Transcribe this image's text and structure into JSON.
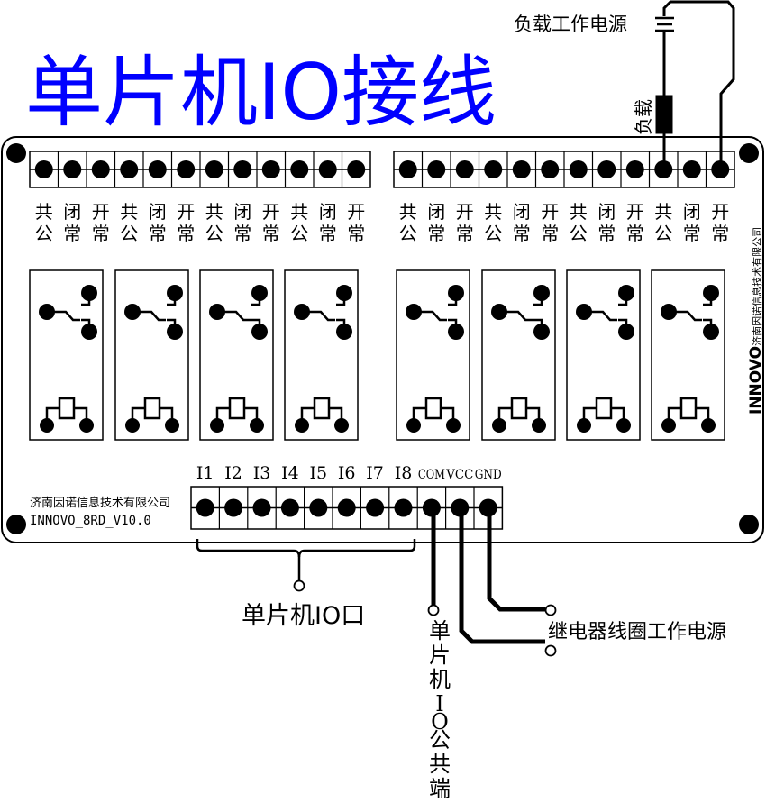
{
  "title": "单片机IO接线",
  "colors": {
    "title": "#0000ff",
    "line": "#000000",
    "background": "#ffffff"
  },
  "load": {
    "power_label": "负载工作电源",
    "load_label": "负载"
  },
  "top_terminals": {
    "left": [
      {
        "top": "共",
        "bottom": "公"
      },
      {
        "top": "闭",
        "bottom": "常"
      },
      {
        "top": "开",
        "bottom": "常"
      },
      {
        "top": "共",
        "bottom": "公"
      },
      {
        "top": "闭",
        "bottom": "常"
      },
      {
        "top": "开",
        "bottom": "常"
      },
      {
        "top": "共",
        "bottom": "公"
      },
      {
        "top": "闭",
        "bottom": "常"
      },
      {
        "top": "开",
        "bottom": "常"
      },
      {
        "top": "共",
        "bottom": "公"
      },
      {
        "top": "闭",
        "bottom": "常"
      },
      {
        "top": "开",
        "bottom": "常"
      }
    ],
    "right": [
      {
        "top": "共",
        "bottom": "公"
      },
      {
        "top": "闭",
        "bottom": "常"
      },
      {
        "top": "开",
        "bottom": "常"
      },
      {
        "top": "共",
        "bottom": "公"
      },
      {
        "top": "闭",
        "bottom": "常"
      },
      {
        "top": "开",
        "bottom": "常"
      },
      {
        "top": "共",
        "bottom": "公"
      },
      {
        "top": "闭",
        "bottom": "常"
      },
      {
        "top": "开",
        "bottom": "常"
      },
      {
        "top": "共",
        "bottom": "公"
      },
      {
        "top": "闭",
        "bottom": "常"
      },
      {
        "top": "开",
        "bottom": "常"
      }
    ]
  },
  "relay_count": 8,
  "bottom_terminals": [
    "I1",
    "I2",
    "I3",
    "I4",
    "I5",
    "I6",
    "I7",
    "I8",
    "COM",
    "VCC",
    "GND"
  ],
  "board": {
    "company": "济南因诺信息技术有限公司",
    "model": "INNOVO_8RD_V10.0",
    "brand": "INNOVO",
    "brand_company": "济南因诺信息技术有限公司"
  },
  "annotations": {
    "io_port": "单片机IO口",
    "io_common": "单片机IO公共端",
    "coil_power": "继电器线圈工作电源"
  }
}
